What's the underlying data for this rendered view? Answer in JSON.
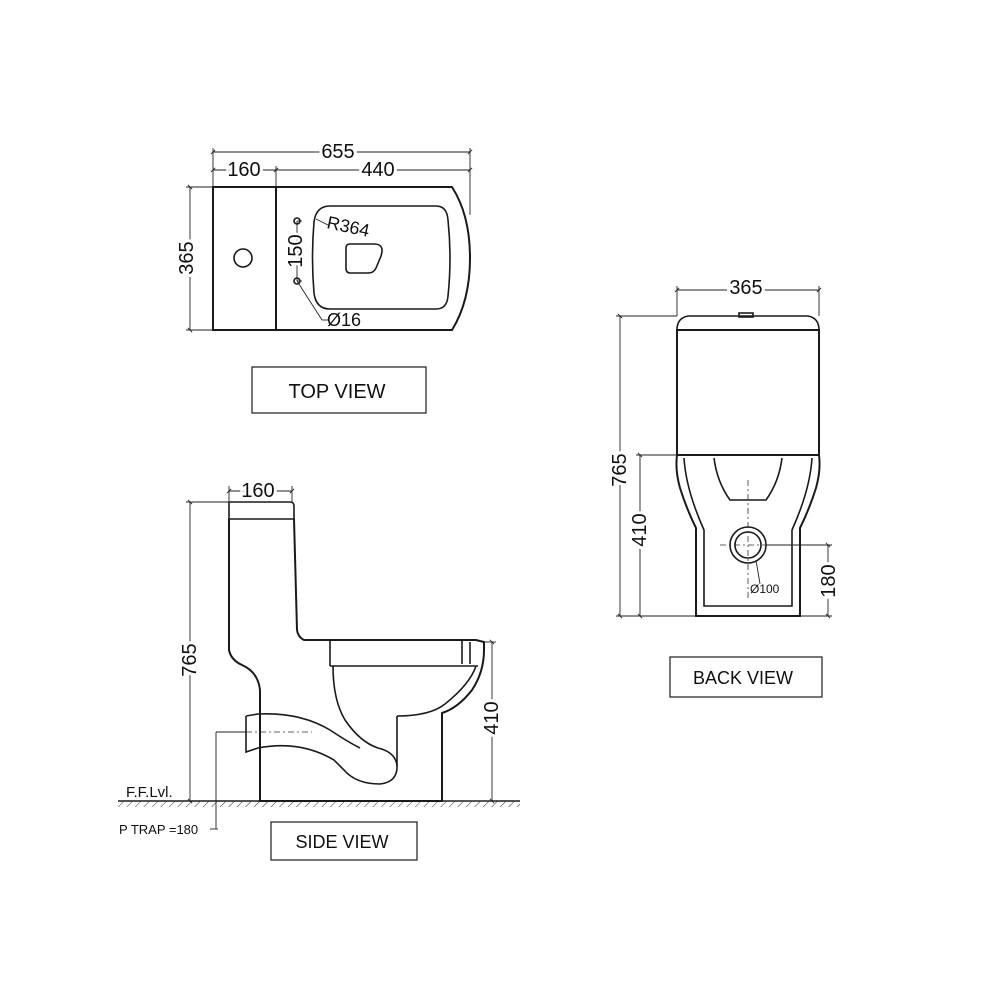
{
  "top_view": {
    "overall_length": "655",
    "tank_depth": "160",
    "bowl_length": "440",
    "width": "365",
    "fixing_spacing": "150",
    "bowl_radius": "R364",
    "fixing_hole": "Ø16",
    "title": "TOP VIEW"
  },
  "side_view": {
    "tank_depth": "160",
    "total_height": "765",
    "seat_height": "410",
    "floor_level": "F.F.Lvl.",
    "p_trap": "P TRAP =180",
    "title": "SIDE VIEW"
  },
  "back_view": {
    "width": "365",
    "total_height": "765",
    "seat_height": "410",
    "outlet_diameter": "Ø100",
    "outlet_height": "180",
    "title": "BACK VIEW"
  }
}
